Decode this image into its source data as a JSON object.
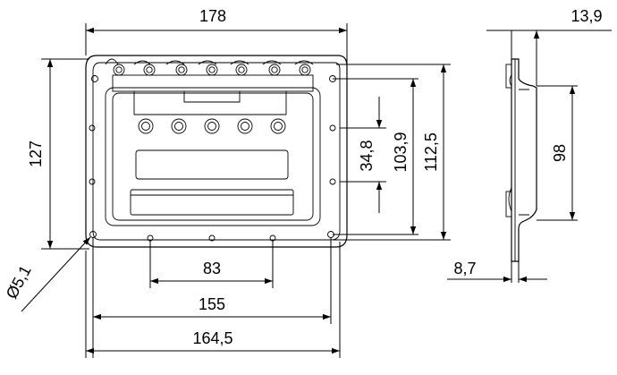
{
  "drawing": {
    "dimensions": {
      "overall_width": "178",
      "thickness": "13,9",
      "overall_height": "127",
      "height_1": "112,5",
      "height_2": "103,9",
      "height_3": "34,8",
      "side_height": "98",
      "hole_diameter": "Ø5,1",
      "bottom_1": "83",
      "bottom_2": "155",
      "bottom_3": "164,5",
      "side_depth": "8,7"
    }
  }
}
